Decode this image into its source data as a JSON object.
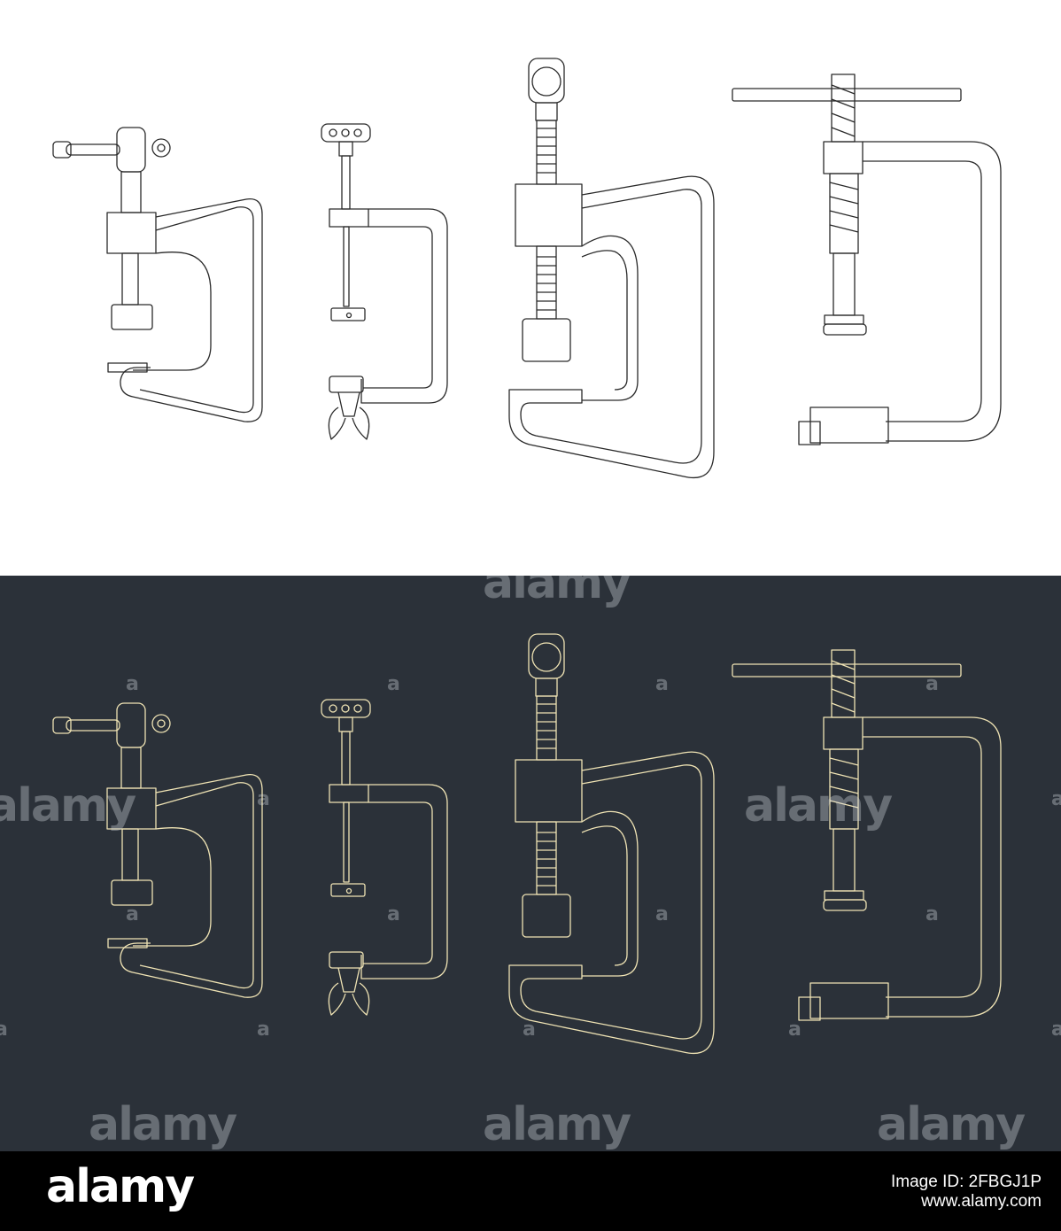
{
  "watermark": {
    "brand": "alamy",
    "mark": "a"
  },
  "footer": {
    "logo": "alamy",
    "image_id": "Image ID: 2FBGJ1P",
    "site": "www.alamy.com"
  },
  "colors": {
    "light_background": "#ffffff",
    "light_stroke": "#2a2a2a",
    "dark_background": "#2b3139",
    "dark_stroke": "#efe3b4",
    "footer_background": "#000000"
  },
  "drawings": [
    "c-clamp-sliding-t-handle",
    "c-clamp-wing-nut",
    "c-clamp-screw-head",
    "c-clamp-t-bar"
  ]
}
